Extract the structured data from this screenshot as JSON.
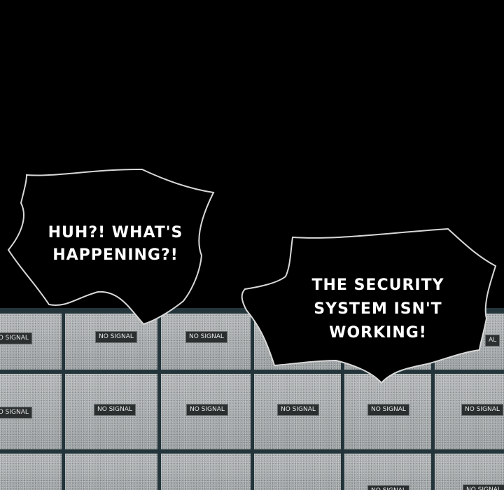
{
  "screens": {
    "no_signal_label": "NO SIGNAL",
    "partial_label_row1": "AL",
    "partial_label_row3": "NO SIGNAL"
  },
  "bubbles": {
    "left": {
      "line1": "HUH?! WHAT'S",
      "line2": "HAPPENING?!"
    },
    "right": {
      "line1": "THE SECURITY",
      "line2": "SYSTEM ISN'T",
      "line3": "WORKING!"
    }
  },
  "colors": {
    "background": "#000000",
    "bubble_fill": "#000000",
    "bubble_outline": "#ffffff",
    "frame": "#23353a"
  }
}
